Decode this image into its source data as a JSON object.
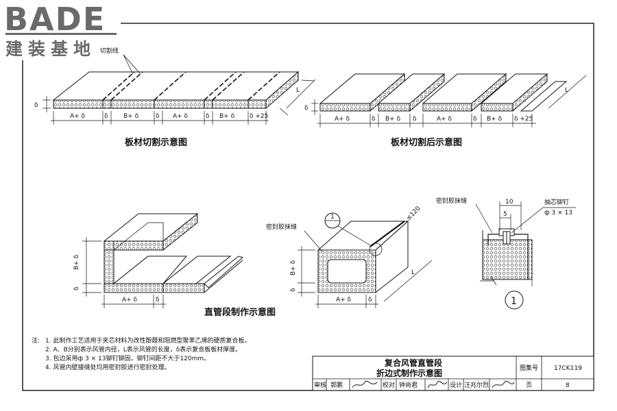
{
  "logo": {
    "brand": "BADE",
    "brand_sub": "建装基地"
  },
  "fig1": {
    "caption": "板材切割示意图",
    "cut_line_label": "切割线",
    "dims": [
      "A+ δ",
      "δ",
      "B+ δ",
      "δ",
      "A+ δ",
      "δ",
      "B+ δ",
      "δ +25"
    ],
    "thickness": "δ",
    "length": "L"
  },
  "fig2": {
    "caption": "板材切割后示意图",
    "dims": [
      "A+ δ",
      "δ",
      "B+ δ",
      "δ",
      "A+ δ",
      "δ",
      "B+ δ",
      "δ +25"
    ],
    "thickness": "δ",
    "length": "L"
  },
  "fig3": {
    "caption": "直管段制作示意图",
    "left": {
      "height_dim": "B+ δ",
      "thick_dim": "δ",
      "width_dim": "A+ δ",
      "width_thick": "δ"
    },
    "mid": {
      "sealant_label": "密封胶抹缝",
      "detail_ref": "1",
      "spacing": "≤120",
      "height_dim": "B+ δ",
      "thick_dim": "δ",
      "width_dim": "A+ δ",
      "width_thick": "δ",
      "length": "L"
    }
  },
  "detail": {
    "sealant_label": "密封胶抹缝",
    "rivet_label": "抽芯铆钉",
    "rivet_spec": "ф 3 × 13",
    "dim_10": "10",
    "dim_5": "5",
    "number": "1"
  },
  "notes": {
    "prefix": "注:",
    "items": [
      "1.  此制作工艺适用于夹芯材料为改性酚醛和阻燃型聚苯乙烯的硬质复合板。",
      "2.  A、B分别表示风管内径，L表示风管的长度，δ表示复合板板材厚度。",
      "3.  包边采用ф 3 × 13铆钉铆固，铆钉间距不大于120mm。",
      "4.  风管内壁接缝处均用密封胶进行密封处理。"
    ]
  },
  "title_block": {
    "title_line1": "复合风管直管段",
    "title_line2": "折边式制作示意图",
    "atlas_label": "图集号",
    "atlas_no": "17CK119",
    "review_label": "审核",
    "review_name": "郭鹏",
    "check_label": "校对",
    "check_name": "钟尚君",
    "design_label": "设计",
    "design_name": "汪兆尔烈",
    "page_label": "页",
    "page_no": "8"
  }
}
